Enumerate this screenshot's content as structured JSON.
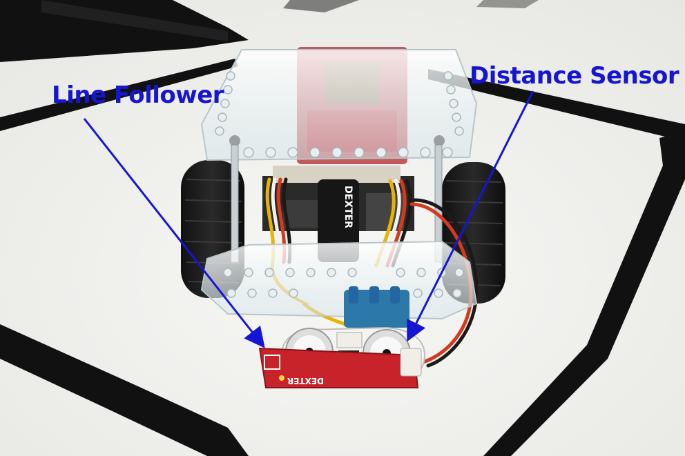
{
  "labels": {
    "line_follower": "Line Follower",
    "distance_sensor": "Distance Sensor"
  },
  "board_text": {
    "dexter_battery": "DEXTER",
    "dexter_pcb": "DEXTER"
  },
  "colors": {
    "annotation": "#1515d6",
    "track_line": "#111111",
    "floor": "#f3f3f1",
    "pcb_red": "#c8222a"
  }
}
